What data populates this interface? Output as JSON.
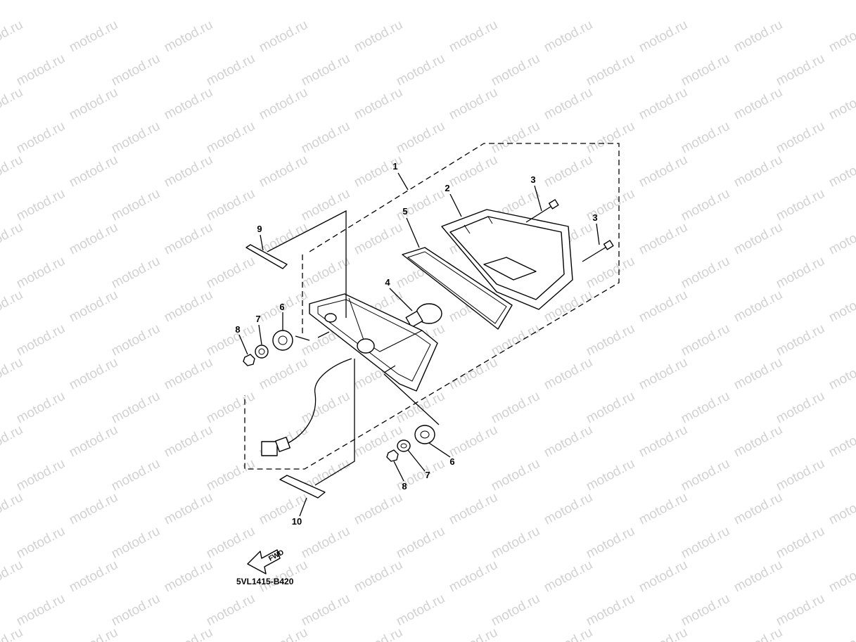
{
  "watermark": {
    "text": "motod.ru"
  },
  "callouts": {
    "c1": "1",
    "c2": "2",
    "c3a": "3",
    "c3b": "3",
    "c4": "4",
    "c5": "5",
    "c6a": "6",
    "c6b": "6",
    "c7a": "7",
    "c7b": "7",
    "c8a": "8",
    "c8b": "8",
    "c9": "9",
    "c10": "10"
  },
  "fwd_label": "FWD",
  "diagram_code": "5VL1415-B420"
}
